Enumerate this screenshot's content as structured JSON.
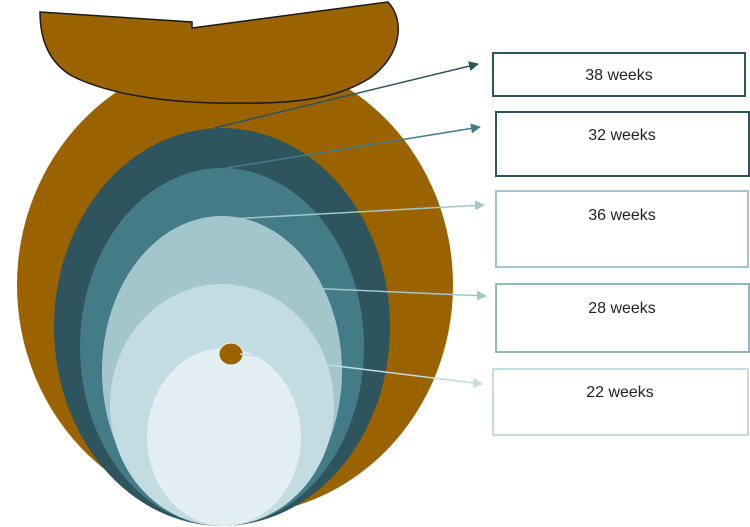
{
  "labels": {
    "week_38": "38 weeks",
    "week_32": "32 weeks",
    "week_36": "36 weeks",
    "week_28": "28 weeks",
    "week_22": "22 weeks"
  },
  "colors": {
    "uterus": "#9a6300",
    "fundus_outline": "#1a1a1a",
    "level_38": "#2e545d",
    "level_32": "#437b86",
    "level_36": "#a3c6cd",
    "level_28": "#c2dce1",
    "level_22": "#e2eef1",
    "navel": "#9a6300"
  }
}
